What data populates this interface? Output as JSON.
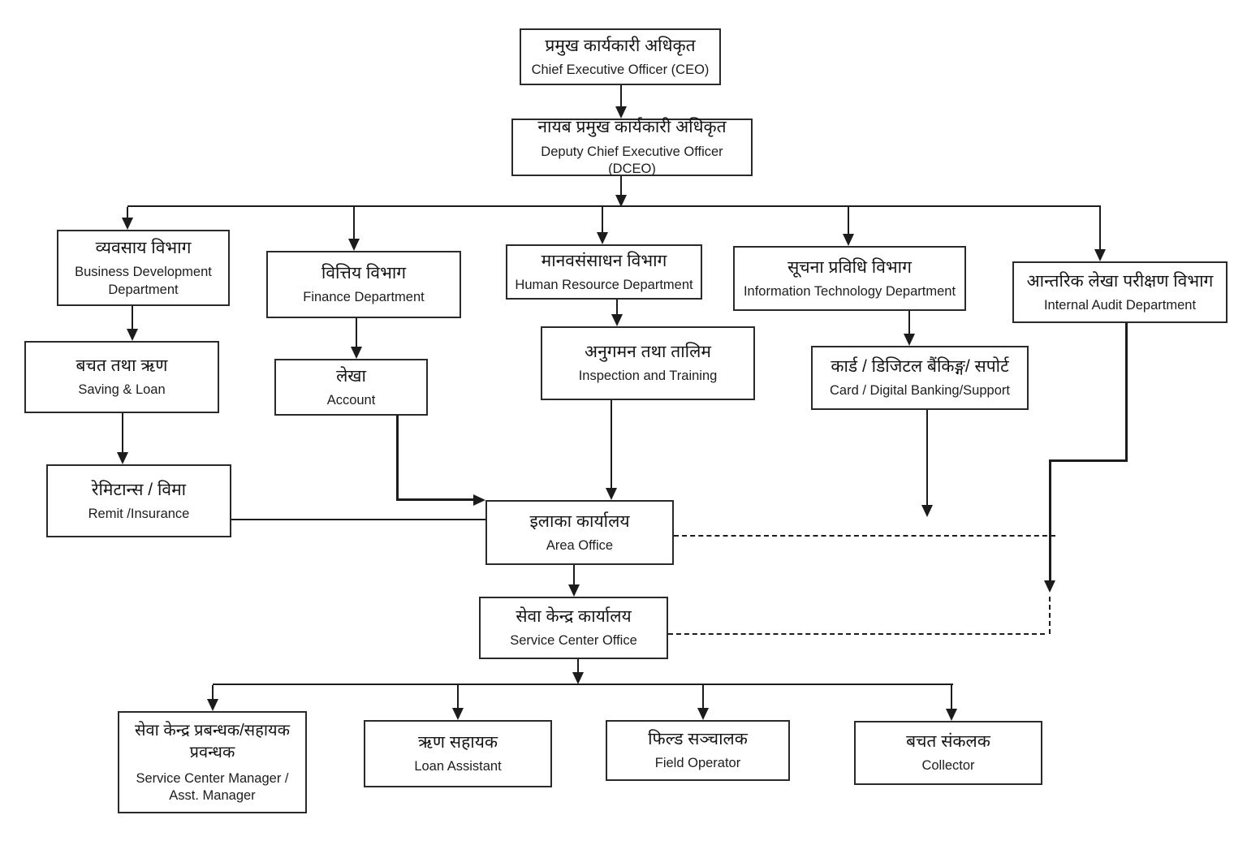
{
  "diagram": {
    "type": "org-chart",
    "language": "Nepali / English",
    "colors": {
      "line": "#1c1c1c",
      "box_border": "#2a2a2a",
      "background": "#ffffff",
      "text": "#1d1d1d"
    },
    "nodes": {
      "ceo": {
        "np": "प्रमुख कार्यकारी अधिकृत",
        "en": "Chief Executive Officer (CEO)"
      },
      "dceo": {
        "np": "नायब प्रमुख कार्यकारी अधिकृत",
        "en": "Deputy Chief Executive Officer (DCEO)"
      },
      "bizdev": {
        "np": "व्यवसाय विभाग",
        "en": "Business Development Department"
      },
      "finance": {
        "np": "वित्तिय विभाग",
        "en": "Finance Department"
      },
      "hr": {
        "np": "मानवसंसाधन विभाग",
        "en": "Human Resource Department"
      },
      "it": {
        "np": "सूचना प्रविधि विभाग",
        "en": "Information Technology Department"
      },
      "audit": {
        "np": "आन्तरिक लेखा परीक्षण विभाग",
        "en": "Internal Audit Department"
      },
      "saving": {
        "np": "बचत तथा ऋण",
        "en": "Saving & Loan"
      },
      "account": {
        "np": "लेखा",
        "en": "Account"
      },
      "inspection": {
        "np": "अनुगमन तथा तालिम",
        "en": "Inspection and Training"
      },
      "card": {
        "np": "कार्ड / डिजिटल बैंकिङ्ग/ सपोर्ट",
        "en": "Card / Digital Banking/Support"
      },
      "remit": {
        "np": "रेमिटान्स / विमा",
        "en": "Remit /Insurance"
      },
      "area": {
        "np": "इलाका कार्यालय",
        "en": "Area Office"
      },
      "sco": {
        "np": "सेवा केन्द्र कार्यालय",
        "en": "Service Center Office"
      },
      "scm": {
        "np": "सेवा केन्द्र प्रबन्धक/सहायक प्रवन्धक",
        "en": "Service Center Manager / Asst. Manager"
      },
      "loan": {
        "np": "ऋण सहायक",
        "en": "Loan Assistant"
      },
      "field": {
        "np": "फिल्ड सञ्चालक",
        "en": "Field Operator"
      },
      "collector": {
        "np": "बचत संकलक",
        "en": "Collector"
      }
    },
    "edges": [
      {
        "from": "ceo",
        "to": "dceo",
        "type": "solid-arrow"
      },
      {
        "from": "dceo",
        "to": "bizdev",
        "type": "solid-arrow-branch"
      },
      {
        "from": "dceo",
        "to": "finance",
        "type": "solid-arrow-branch"
      },
      {
        "from": "dceo",
        "to": "hr",
        "type": "solid-arrow-branch"
      },
      {
        "from": "dceo",
        "to": "it",
        "type": "solid-arrow-branch"
      },
      {
        "from": "dceo",
        "to": "audit",
        "type": "solid-arrow-branch"
      },
      {
        "from": "bizdev",
        "to": "saving",
        "type": "solid-arrow"
      },
      {
        "from": "saving",
        "to": "remit",
        "type": "solid-arrow"
      },
      {
        "from": "finance",
        "to": "account",
        "type": "solid-arrow"
      },
      {
        "from": "hr",
        "to": "inspection",
        "type": "solid-arrow"
      },
      {
        "from": "it",
        "to": "card",
        "type": "solid-arrow"
      },
      {
        "from": "account",
        "to": "area",
        "type": "solid-elbow-arrow"
      },
      {
        "from": "remit",
        "to": "area",
        "type": "solid-line"
      },
      {
        "from": "inspection",
        "to": "area",
        "type": "solid-arrow"
      },
      {
        "from": "card",
        "to": "",
        "type": "solid-arrow-open-end"
      },
      {
        "from": "audit",
        "to": "",
        "type": "solid-elbow-arrow-open-end"
      },
      {
        "from": "area",
        "to": "",
        "type": "dashed-line-right"
      },
      {
        "from": "sco",
        "to": "",
        "type": "dashed-line-right"
      },
      {
        "from": "area",
        "to": "sco",
        "type": "solid-arrow"
      },
      {
        "from": "sco",
        "to": "scm",
        "type": "solid-arrow-branch"
      },
      {
        "from": "sco",
        "to": "loan",
        "type": "solid-arrow-branch"
      },
      {
        "from": "sco",
        "to": "field",
        "type": "solid-arrow-branch"
      },
      {
        "from": "sco",
        "to": "collector",
        "type": "solid-arrow-branch"
      }
    ]
  }
}
